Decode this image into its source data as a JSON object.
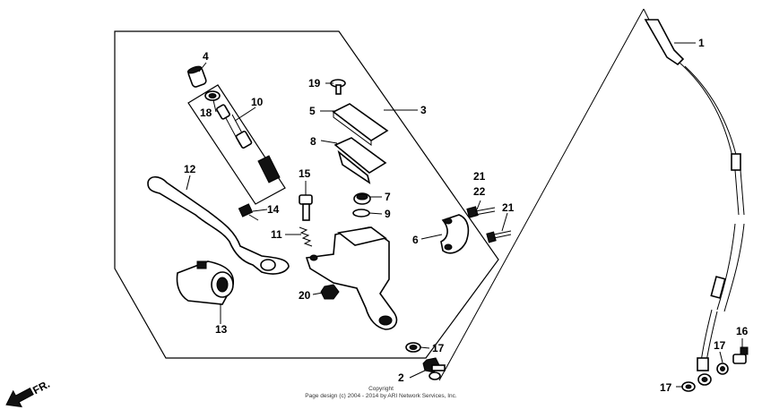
{
  "callouts": [
    "1",
    "2",
    "3",
    "4",
    "5",
    "6",
    "7",
    "8",
    "9",
    "10",
    "11",
    "12",
    "13",
    "14",
    "15",
    "16",
    "17",
    "17",
    "17",
    "18",
    "19",
    "20",
    "21",
    "21",
    "22"
  ],
  "direction_label": "FR.",
  "copyright_line1": "Copyright",
  "copyright_line2": "Page design (c) 2004 - 2014 by ARI Network Services, Inc."
}
